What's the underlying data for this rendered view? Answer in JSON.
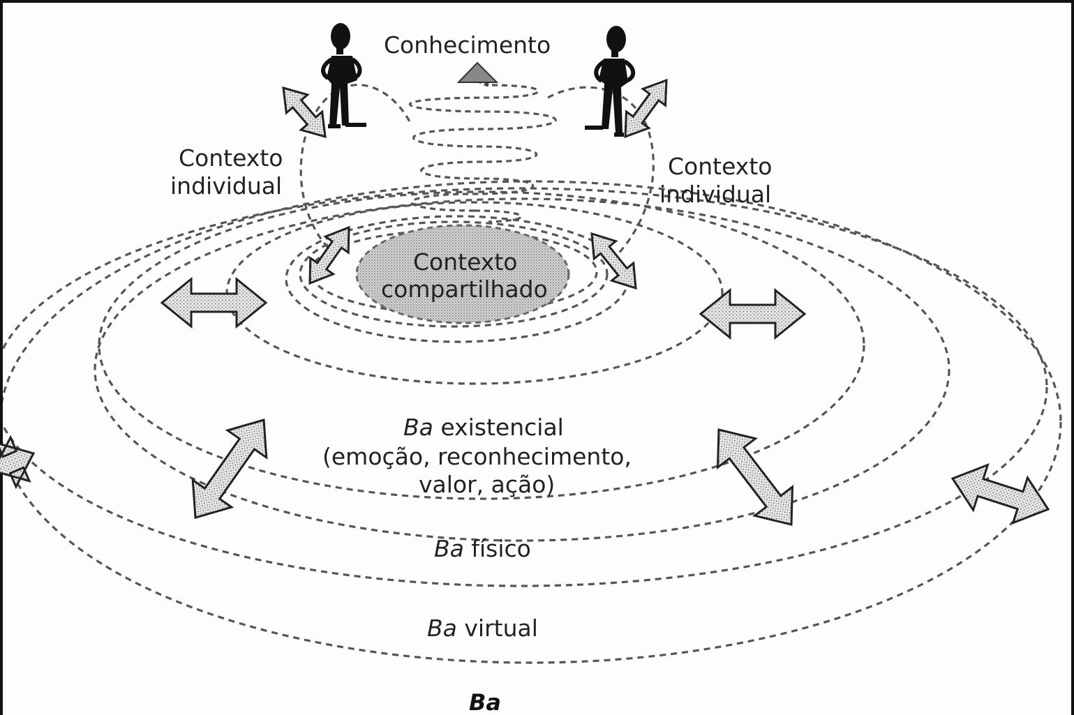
{
  "top_label": "Conhecimento",
  "left_context": {
    "line1": "Contexto",
    "line2": "individual"
  },
  "right_context": {
    "line1": "Contexto",
    "line2": "individual"
  },
  "shared_context": {
    "line1": "Contexto",
    "line2": "compartilhado"
  },
  "existential": {
    "ba": "Ba",
    "word": " existencial",
    "line2": "(emoção, reconhecimento,",
    "line3": "valor, ação)"
  },
  "physical": {
    "ba": "Ba",
    "word": " físico"
  },
  "virtual": {
    "ba": "Ba",
    "word": " virtual"
  },
  "ba_title": "Ba",
  "colors": {
    "stroke": "#555555",
    "text": "#222222",
    "shade": "#bdbdbd"
  }
}
